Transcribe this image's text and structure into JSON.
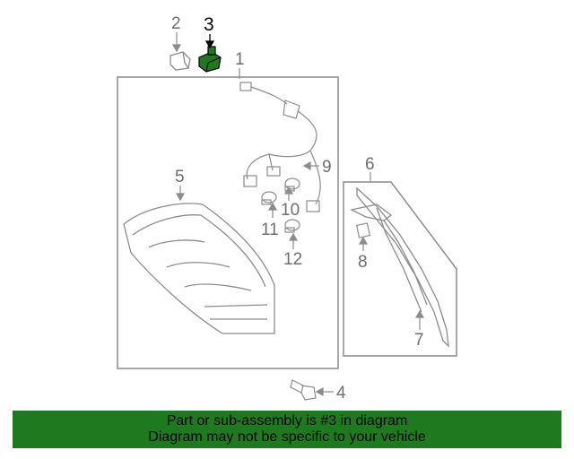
{
  "callouts": {
    "c1": "1",
    "c2": "2",
    "c3": "3",
    "c4": "4",
    "c5": "5",
    "c6": "6",
    "c7": "7",
    "c8": "8",
    "c9": "9",
    "c10": "10",
    "c11": "11",
    "c12": "12"
  },
  "highlight_color": "#1f7a1f",
  "banner": {
    "line1": "Part or sub-assembly is #3 in diagram",
    "line2": "Diagram may not be specific to your vehicle"
  }
}
